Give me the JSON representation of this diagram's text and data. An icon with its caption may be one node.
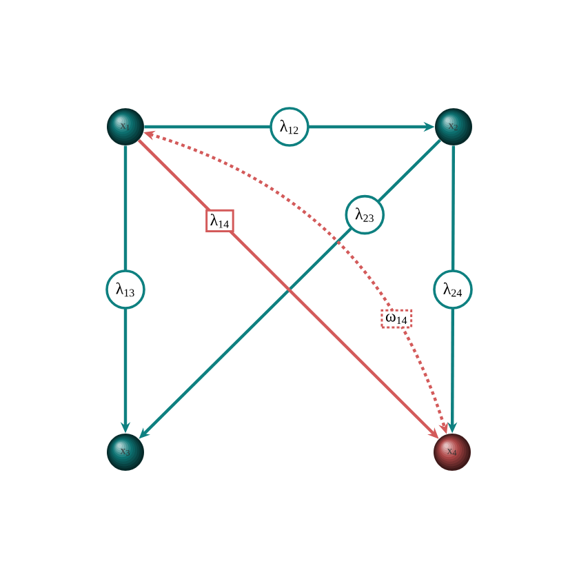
{
  "diagram": {
    "nodes": [
      {
        "text": [
          "x$_{1}$"
        ]
      },
      {
        "text": [
          "x$_{2}$"
        ]
      },
      {
        "text": [
          "x$_{3}$"
        ]
      },
      {
        "text": [
          "x$_{4}$"
        ]
      }
    ],
    "edges": [
      {
        "from": 0,
        "to": 1,
        "arrow": "to",
        "label": "λ$_{12}$"
      },
      {
        "from": 0,
        "to": 2,
        "arrow": "to",
        "label": "λ$_{13}$"
      },
      {
        "from": 1,
        "to": 2,
        "arrow": "to",
        "label": "λ$_{23}$"
      },
      {
        "from": 1,
        "to": 3,
        "arrow": "to",
        "label": "λ$_{24}$"
      },
      {
        "from": 0,
        "to": 3,
        "arrow": "to",
        "label": "λ$_{14}$",
        "color": "#d35a5a"
      },
      {
        "from": 0,
        "to": 3,
        "arrow": "both",
        "label": "ω$_{14}$",
        "style": "dashed",
        "color": "#d35a5a"
      }
    ]
  }
}
